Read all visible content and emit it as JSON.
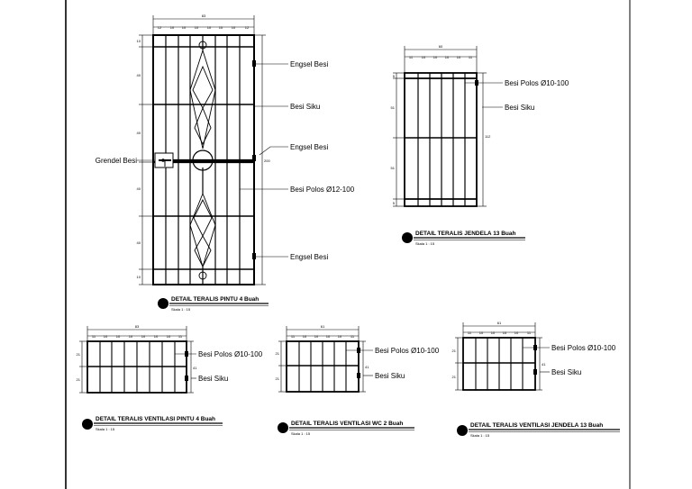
{
  "drawings": {
    "pintu": {
      "title": "DETAIL TERALIS PINTU 4 Buah",
      "scale": "Skala 1 : 15",
      "labels": {
        "engsel_top": "Engsel Besi",
        "besi_siku": "Besi Siku",
        "engsel_mid": "Engsel Besi",
        "besi_polos": "Besi Polos Ø12-100",
        "engsel_bottom": "Engsel Besi",
        "grendel": "Grendel Besi"
      },
      "dims": {
        "overall_width": "83",
        "top_bays": [
          "12",
          "10",
          "10",
          "10",
          "10",
          "10",
          "10",
          "12"
        ],
        "left_heights": [
          "10",
          "40",
          "40",
          "40",
          "40",
          "10"
        ],
        "right_height": "200"
      }
    },
    "jendela": {
      "title": "DETAIL TERALIS JENDELA 13 Buah",
      "scale": "Skala 1 : 15",
      "labels": {
        "besi_polos": "Besi Polos Ø10-100",
        "besi_siku": "Besi Siku"
      },
      "dims": {
        "overall_width": "60",
        "top_bays": [
          "11",
          "10",
          "10",
          "10",
          "10",
          "11"
        ],
        "left_heights": [
          "5",
          "51",
          "51",
          "5"
        ],
        "right_height": "112"
      }
    },
    "vent_pintu": {
      "title": "DETAIL TERALIS VENTILASI PINTU 4 Buah",
      "scale": "Skala 1 : 15",
      "labels": {
        "besi_polos": "Besi Polos Ø10-100",
        "besi_siku": "Besi Siku"
      },
      "dims": {
        "overall_width": "83",
        "top_bays": [
          "11",
          "10",
          "10",
          "10",
          "10",
          "10",
          "10",
          "11"
        ],
        "left_heights": [
          "21",
          "21"
        ],
        "right_height": "41"
      }
    },
    "vent_wc": {
      "title": "DETAIL TERALIS VENTILASI WC 2 Buah",
      "scale": "Skala 1 : 15",
      "labels": {
        "besi_polos": "Besi Polos Ø10-100",
        "besi_siku": "Besi Siku"
      },
      "dims": {
        "overall_width": "61",
        "top_bays": [
          "11",
          "10",
          "10",
          "10",
          "10",
          "11"
        ],
        "left_heights": [
          "21",
          "21"
        ],
        "right_height": "41"
      }
    },
    "vent_jendela": {
      "title": "DETAIL TERALIS VENTILASI JENDELA 13 Buah",
      "scale": "Skala 1 : 15",
      "labels": {
        "besi_polos": "Besi Polos Ø10-100",
        "besi_siku": "Besi Siku"
      },
      "dims": {
        "overall_width": "61",
        "top_bays": [
          "11",
          "10",
          "10",
          "10",
          "10",
          "11"
        ],
        "left_heights": [
          "21",
          "21"
        ],
        "right_height": "41"
      }
    }
  }
}
